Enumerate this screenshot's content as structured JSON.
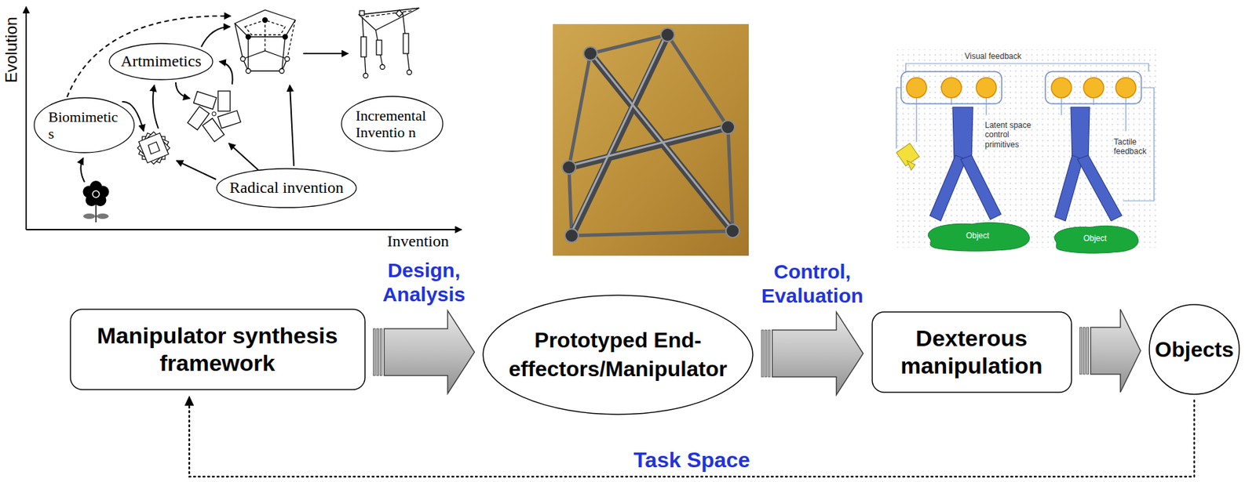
{
  "diagram": {
    "nodes": [
      {
        "text": [
          "Artmimetics"
        ]
      },
      {
        "text": [
          "Biomimetic s"
        ]
      },
      {
        "text": [
          "Incremental Inventio n"
        ]
      },
      {
        "text": [
          "Radical invention"
        ]
      },
      {
        "text": [
          "Object"
        ]
      },
      {
        "text": [
          "Object"
        ]
      },
      {
        "text": [
          "Manipulator synthesis framework"
        ]
      },
      {
        "text": [
          "Prototyped End-effectors/Manipulator"
        ]
      },
      {
        "text": [
          "Dexterous manipulation"
        ]
      },
      {
        "text": [
          "Objects"
        ]
      }
    ],
    "edges": [
      {
        "from": 6,
        "to": 7,
        "arrow": "to",
        "label": "Design, Analysis"
      },
      {
        "from": 7,
        "to": 8,
        "arrow": "to",
        "label": "Control, Evaluation"
      },
      {
        "from": 8,
        "to": 9,
        "arrow": "to"
      },
      {
        "from": 9,
        "to": 6,
        "arrow": "to",
        "label": "Task Space"
      }
    ],
    "labels": [
      "Evolution",
      "Invention",
      "Visual feedback",
      "Latent space control primitives",
      "Tactile feedback"
    ]
  }
}
